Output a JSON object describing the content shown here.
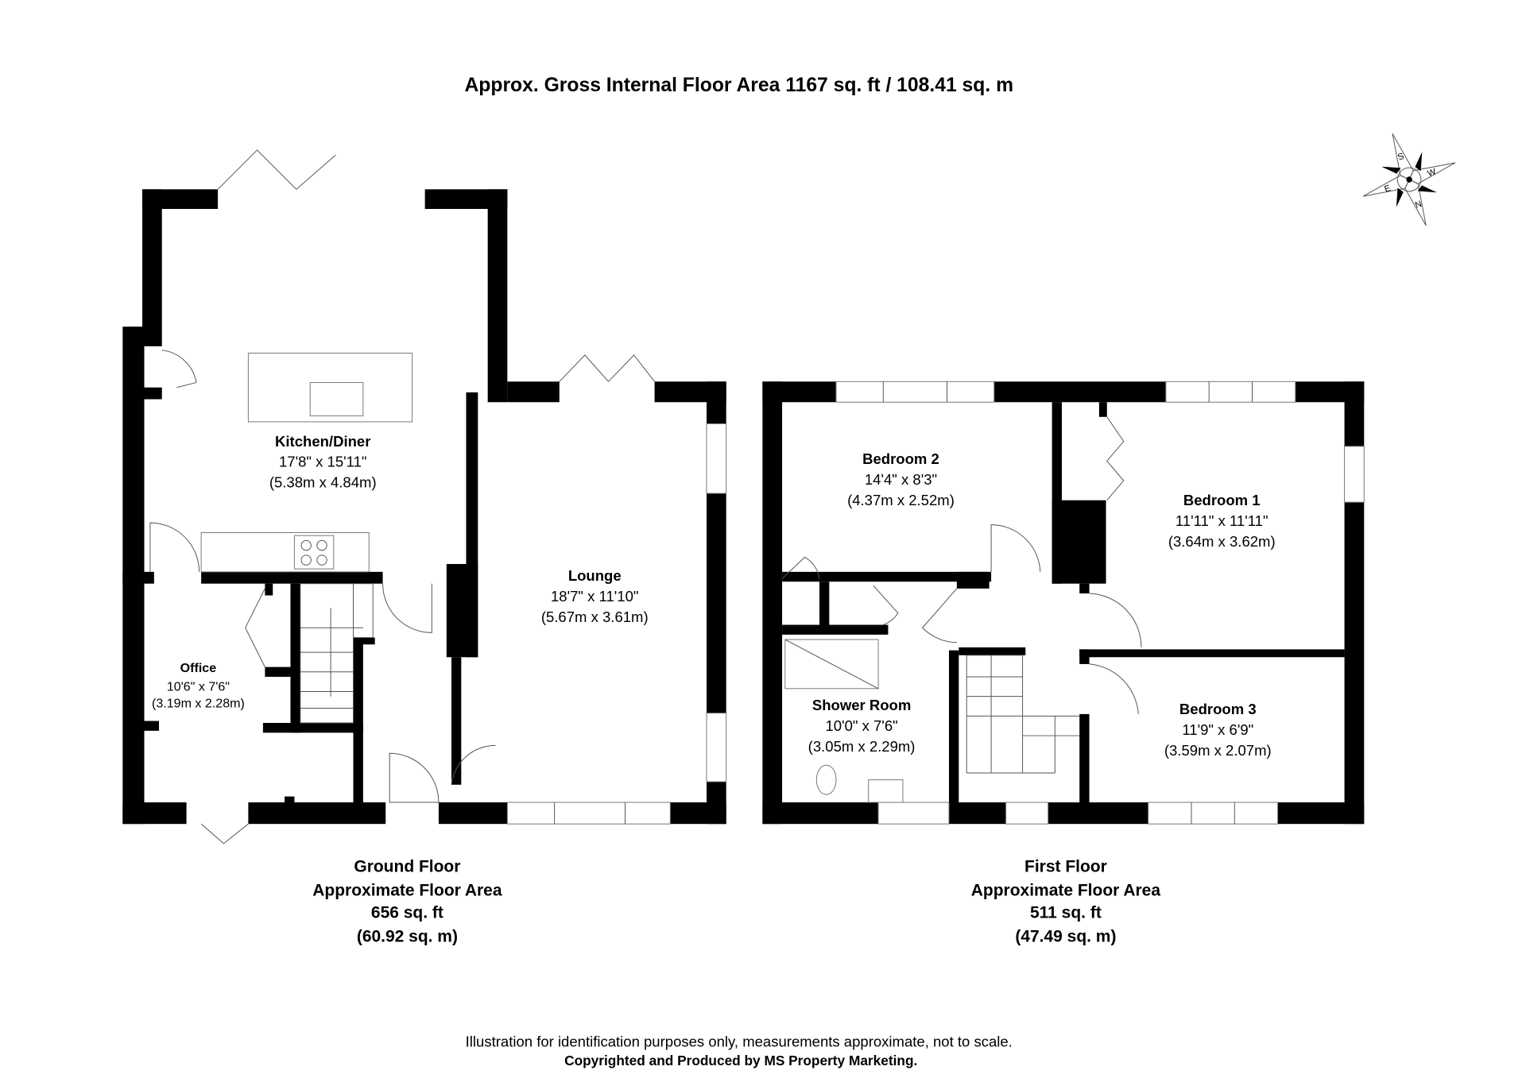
{
  "title": "Approx. Gross Internal Floor Area 1167 sq. ft / 108.41 sq. m",
  "compass": {
    "labels": [
      "S",
      "W",
      "E",
      "N"
    ],
    "icon": "compass-rose-icon"
  },
  "ground_floor": {
    "rooms": [
      {
        "name": "Kitchen/Diner",
        "imperial": "17'8\" x 15'11\"",
        "metric": "(5.38m x 4.84m)"
      },
      {
        "name": "Lounge",
        "imperial": "18'7\" x 11'10\"",
        "metric": "(5.67m x 3.61m)"
      },
      {
        "name": "Office",
        "imperial": "10'6\" x 7'6\"",
        "metric": "(3.19m x 2.28m)"
      }
    ],
    "label": "Ground Floor",
    "area_label": "Approximate Floor Area",
    "area_sqft": "656 sq. ft",
    "area_sqm": "(60.92 sq. m)"
  },
  "first_floor": {
    "rooms": [
      {
        "name": "Bedroom 2",
        "imperial": "14'4\" x 8'3\"",
        "metric": "(4.37m x 2.52m)"
      },
      {
        "name": "Bedroom 1",
        "imperial": "11'11\" x 11'11\"",
        "metric": "(3.64m x 3.62m)"
      },
      {
        "name": "Shower Room",
        "imperial": "10'0\" x 7'6\"",
        "metric": "(3.05m x 2.29m)"
      },
      {
        "name": "Bedroom 3",
        "imperial": "11'9\" x 6'9\"",
        "metric": "(3.59m x 2.07m)"
      }
    ],
    "label": "First Floor",
    "area_label": "Approximate Floor Area",
    "area_sqft": "511 sq. ft",
    "area_sqm": "(47.49 sq. m)"
  },
  "footer": {
    "disclaimer": "Illustration for identification purposes only, measurements approximate, not to scale.",
    "copyright": "Copyrighted  and Produced by MS Property Marketing."
  }
}
